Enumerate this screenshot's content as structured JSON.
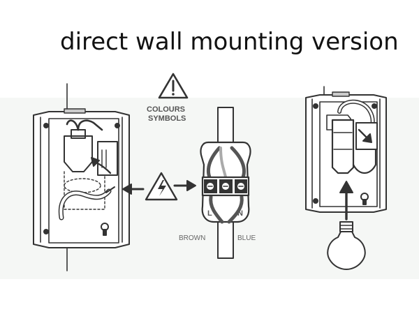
{
  "title": "direct wall mounting version",
  "labels": {
    "colours": "COLOURS",
    "symbols": "SYMBOLS",
    "live": "L",
    "neutral": "N",
    "brown": "BROWN",
    "blue": "BLUE"
  },
  "icons": [
    "warning-icon",
    "electrical-hazard-icon",
    "arrow-right-icon",
    "arrow-up-icon",
    "light-bulb-icon"
  ],
  "colors": {
    "line": "#333333",
    "text": "#111111",
    "shadow": "#f4f6f4"
  }
}
